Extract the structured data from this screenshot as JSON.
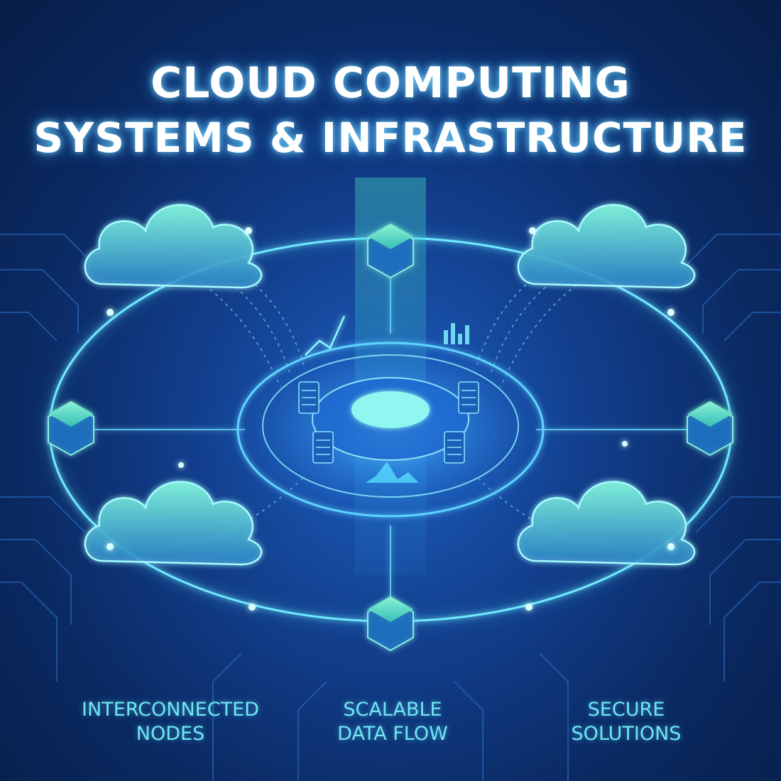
{
  "title": {
    "line1": "CLOUD COMPUTING",
    "line2": "SYSTEMS & INFRASTRUCTURE"
  },
  "captions": [
    {
      "line1": "INTERCONNECTED",
      "line2": "NODES"
    },
    {
      "line1": "SCALABLE",
      "line2": "DATA FLOW"
    },
    {
      "line1": "SECURE",
      "line2": "SOLUTIONS"
    }
  ],
  "colors": {
    "background": "#0b2b65",
    "glow": "#5fe8ff",
    "accent": "#4fe3c8",
    "caption": "#6fe6f0",
    "title": "#ffffff"
  },
  "icons": [
    "cloud-icon",
    "server-icon",
    "hexagon-node-icon",
    "chart-icon"
  ]
}
